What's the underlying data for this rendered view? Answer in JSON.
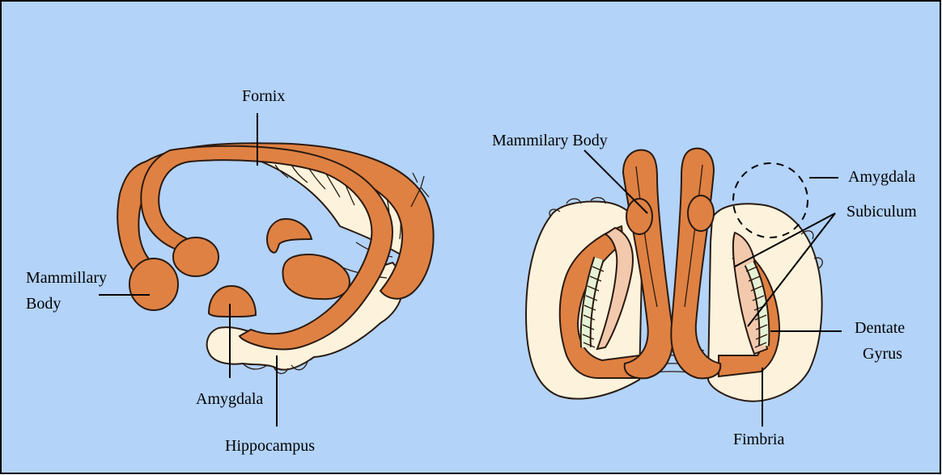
{
  "colors": {
    "background": "#b3d3f9",
    "fornix_orange": "#df8143",
    "hippocampus_cream": "#fdf3dc",
    "subiculum_pink": "#f3c9ad",
    "dentate_green": "#e6f2d6"
  },
  "left_diagram": {
    "labels": {
      "fornix": "Fornix",
      "mammillary_line1": "Mammillary",
      "mammillary_line2": "Body",
      "amygdala": "Amygdala",
      "hippocampus": "Hippocampus"
    }
  },
  "right_diagram": {
    "labels": {
      "mammilary_body": "Mammilary Body",
      "amygdala": "Amygdala",
      "subiculum": "Subiculum",
      "dentate_line1": "Dentate",
      "dentate_line2": "Gyrus",
      "fimbria": "Fimbria"
    }
  }
}
